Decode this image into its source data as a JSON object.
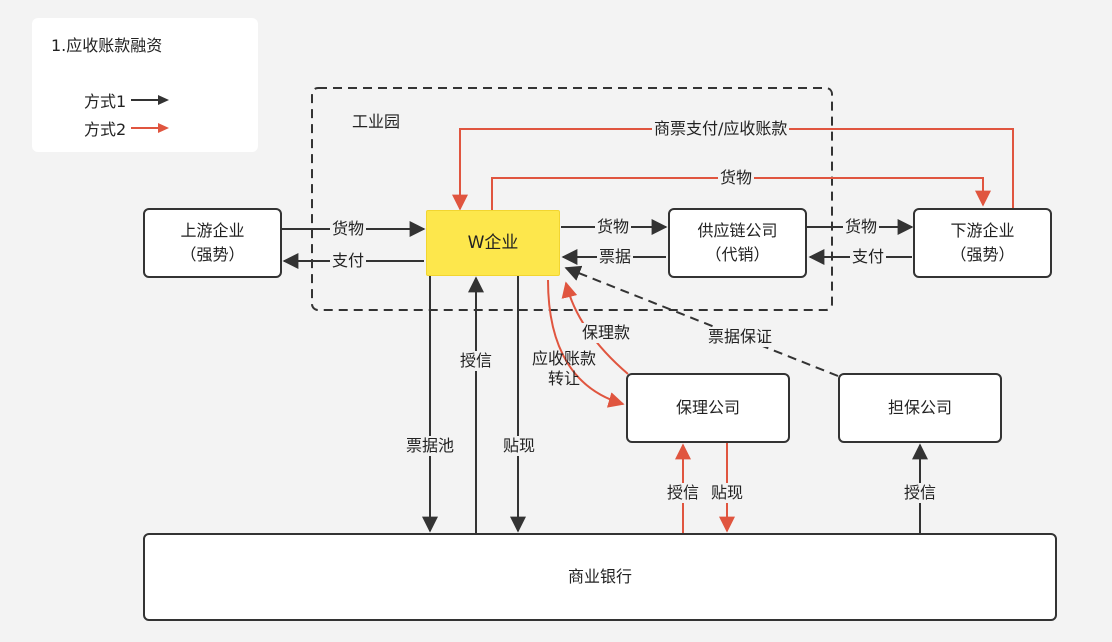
{
  "legend": {
    "title": "1.应收账款融资",
    "method1": "方式1",
    "method2": "方式2"
  },
  "colors": {
    "black_arrow": "#333333",
    "red_arrow": "#e0553f",
    "w_fill": "#fde74c",
    "background": "#f3f3f3"
  },
  "park": {
    "label": "工业园"
  },
  "nodes": {
    "upstream": {
      "line1": "上游企业",
      "line2": "（强势）"
    },
    "w": {
      "label": "W企业"
    },
    "supply_chain": {
      "line1": "供应链公司",
      "line2": "（代销）"
    },
    "downstream": {
      "line1": "下游企业",
      "line2": "（强势）"
    },
    "factoring": {
      "label": "保理公司"
    },
    "guarantee": {
      "label": "担保公司"
    },
    "bank": {
      "label": "商业银行"
    }
  },
  "edges": {
    "up_goods": "货物",
    "up_pay": "支付",
    "w_goods": "货物",
    "w_bill": "票据",
    "down_goods": "货物",
    "down_pay": "支付",
    "top_commercial": "商票支付/应收账款",
    "top_goods": "货物",
    "factoring_payment": "保理款",
    "ar_transfer_1": "应收账款",
    "ar_transfer_2": "转让",
    "bill_guarantee": "票据保证",
    "bill_pool": "票据池",
    "w_credit": "授信",
    "w_discount": "贴现",
    "f_credit": "授信",
    "f_discount": "贴现",
    "g_credit": "授信"
  }
}
